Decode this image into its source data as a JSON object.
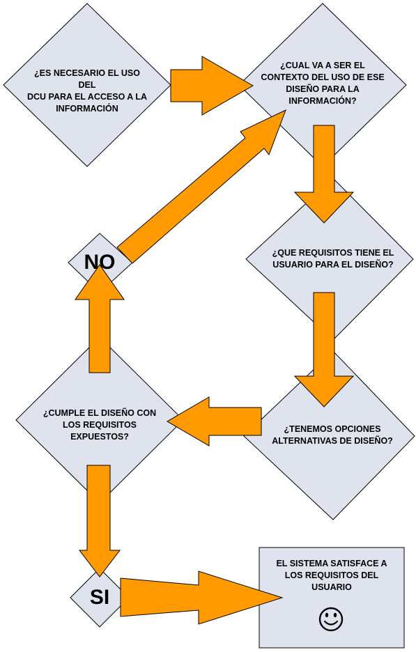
{
  "colors": {
    "node_fill": "#dee3ee",
    "node_stroke": "#000000",
    "arrow_fill": "#ff9a00",
    "arrow_stroke": "#000000"
  },
  "nodes": {
    "q1": "¿ES NECESARIO EL USO DEL\nDCU PARA EL ACCESO A LA\nINFORMACIÓN",
    "q2": "¿CUAL VA A SER EL\nCONTEXTO DEL USO DE ESE\nDISEÑO PARA LA\nINFORMACIÓN?",
    "q3": "¿QUE REQUISITOS TIENE EL\nUSUARIO PARA EL DISEÑO?",
    "q4": "¿TENEMOS OPCIONES\nALTERNATIVAS DE DISEÑO?",
    "q5": "¿CUMPLE EL DISEÑO CON\nLOS REQUISITOS\nEXPUESTOS?",
    "no": "NO",
    "si": "SI",
    "result": "EL SISTEMA SATISFACE A\nLOS REQUISITOS DEL\nUSUARIO"
  },
  "icons": {
    "result_icon": "smiley-icon"
  }
}
